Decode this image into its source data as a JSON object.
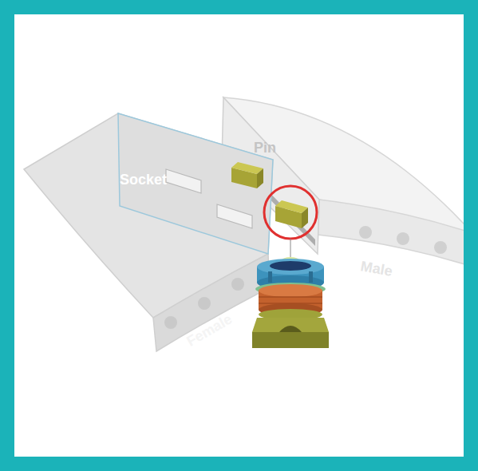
{
  "diagram": {
    "labels": [
      "Socket",
      "Pin",
      "Female",
      "Male"
    ]
  }
}
